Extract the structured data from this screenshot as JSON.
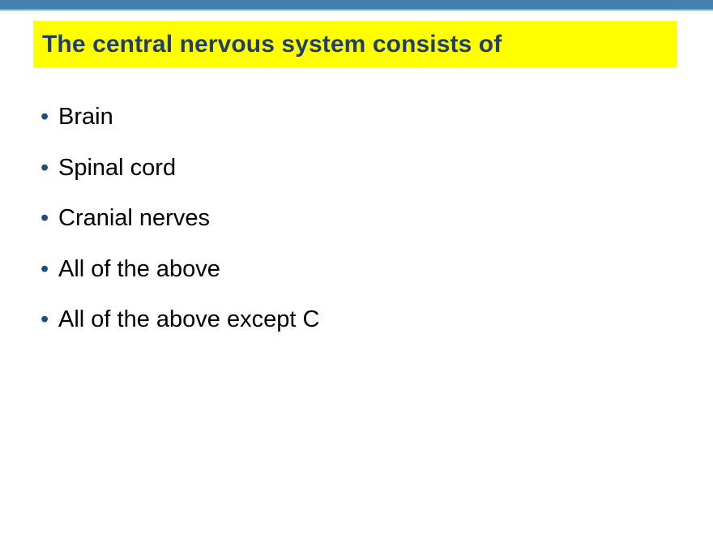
{
  "slide": {
    "title": "The central nervous system consists of",
    "bullet_glyph": "•",
    "items": [
      {
        "label": "Brain"
      },
      {
        "label": "Spinal cord"
      },
      {
        "label": "Cranial nerves"
      },
      {
        "label": "All of the above"
      },
      {
        "label": "All of the above except C"
      }
    ],
    "colors": {
      "top_bar": "#4380ad",
      "top_bar_accent": "#7fa9c9",
      "title_highlight": "#ffff00",
      "title_text": "#1f3f69",
      "bullet_mark": "#1f4e79",
      "body_text": "#000000",
      "background": "#ffffff"
    }
  }
}
